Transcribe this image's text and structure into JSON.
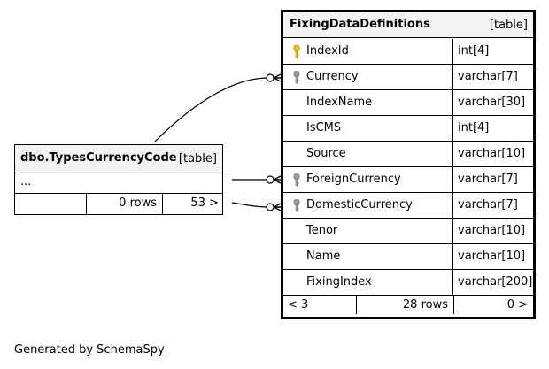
{
  "main_table": {
    "name": "FixingDataDefinitions",
    "kind": "[table]",
    "columns": [
      {
        "name": "IndexId",
        "type": "int[4]",
        "key": "primary"
      },
      {
        "name": "Currency",
        "type": "varchar[7]",
        "key": "foreign"
      },
      {
        "name": "IndexName",
        "type": "varchar[30]",
        "key": "none"
      },
      {
        "name": "IsCMS",
        "type": "int[4]",
        "key": "none"
      },
      {
        "name": "Source",
        "type": "varchar[10]",
        "key": "none"
      },
      {
        "name": "ForeignCurrency",
        "type": "varchar[7]",
        "key": "foreign"
      },
      {
        "name": "DomesticCurrency",
        "type": "varchar[7]",
        "key": "foreign"
      },
      {
        "name": "Tenor",
        "type": "varchar[10]",
        "key": "none"
      },
      {
        "name": "Name",
        "type": "varchar[10]",
        "key": "none"
      },
      {
        "name": "FixingIndex",
        "type": "varchar[200]",
        "key": "none"
      }
    ],
    "footer": {
      "parents": "< 3",
      "rows": "28 rows",
      "children": "0 >"
    }
  },
  "related_table": {
    "name": "dbo.TypesCurrencyCode",
    "kind": "[table]",
    "placeholder": "...",
    "footer": {
      "parents": "",
      "rows": "0 rows",
      "children": "53 >"
    }
  },
  "caption": "Generated by SchemaSpy",
  "colors": {
    "primary_key": "#e8c400",
    "foreign_key": "#9a9a9a",
    "header_bg": "#f3f3f3"
  },
  "icons": {
    "primary_key": "key-icon",
    "foreign_key": "key-icon"
  }
}
